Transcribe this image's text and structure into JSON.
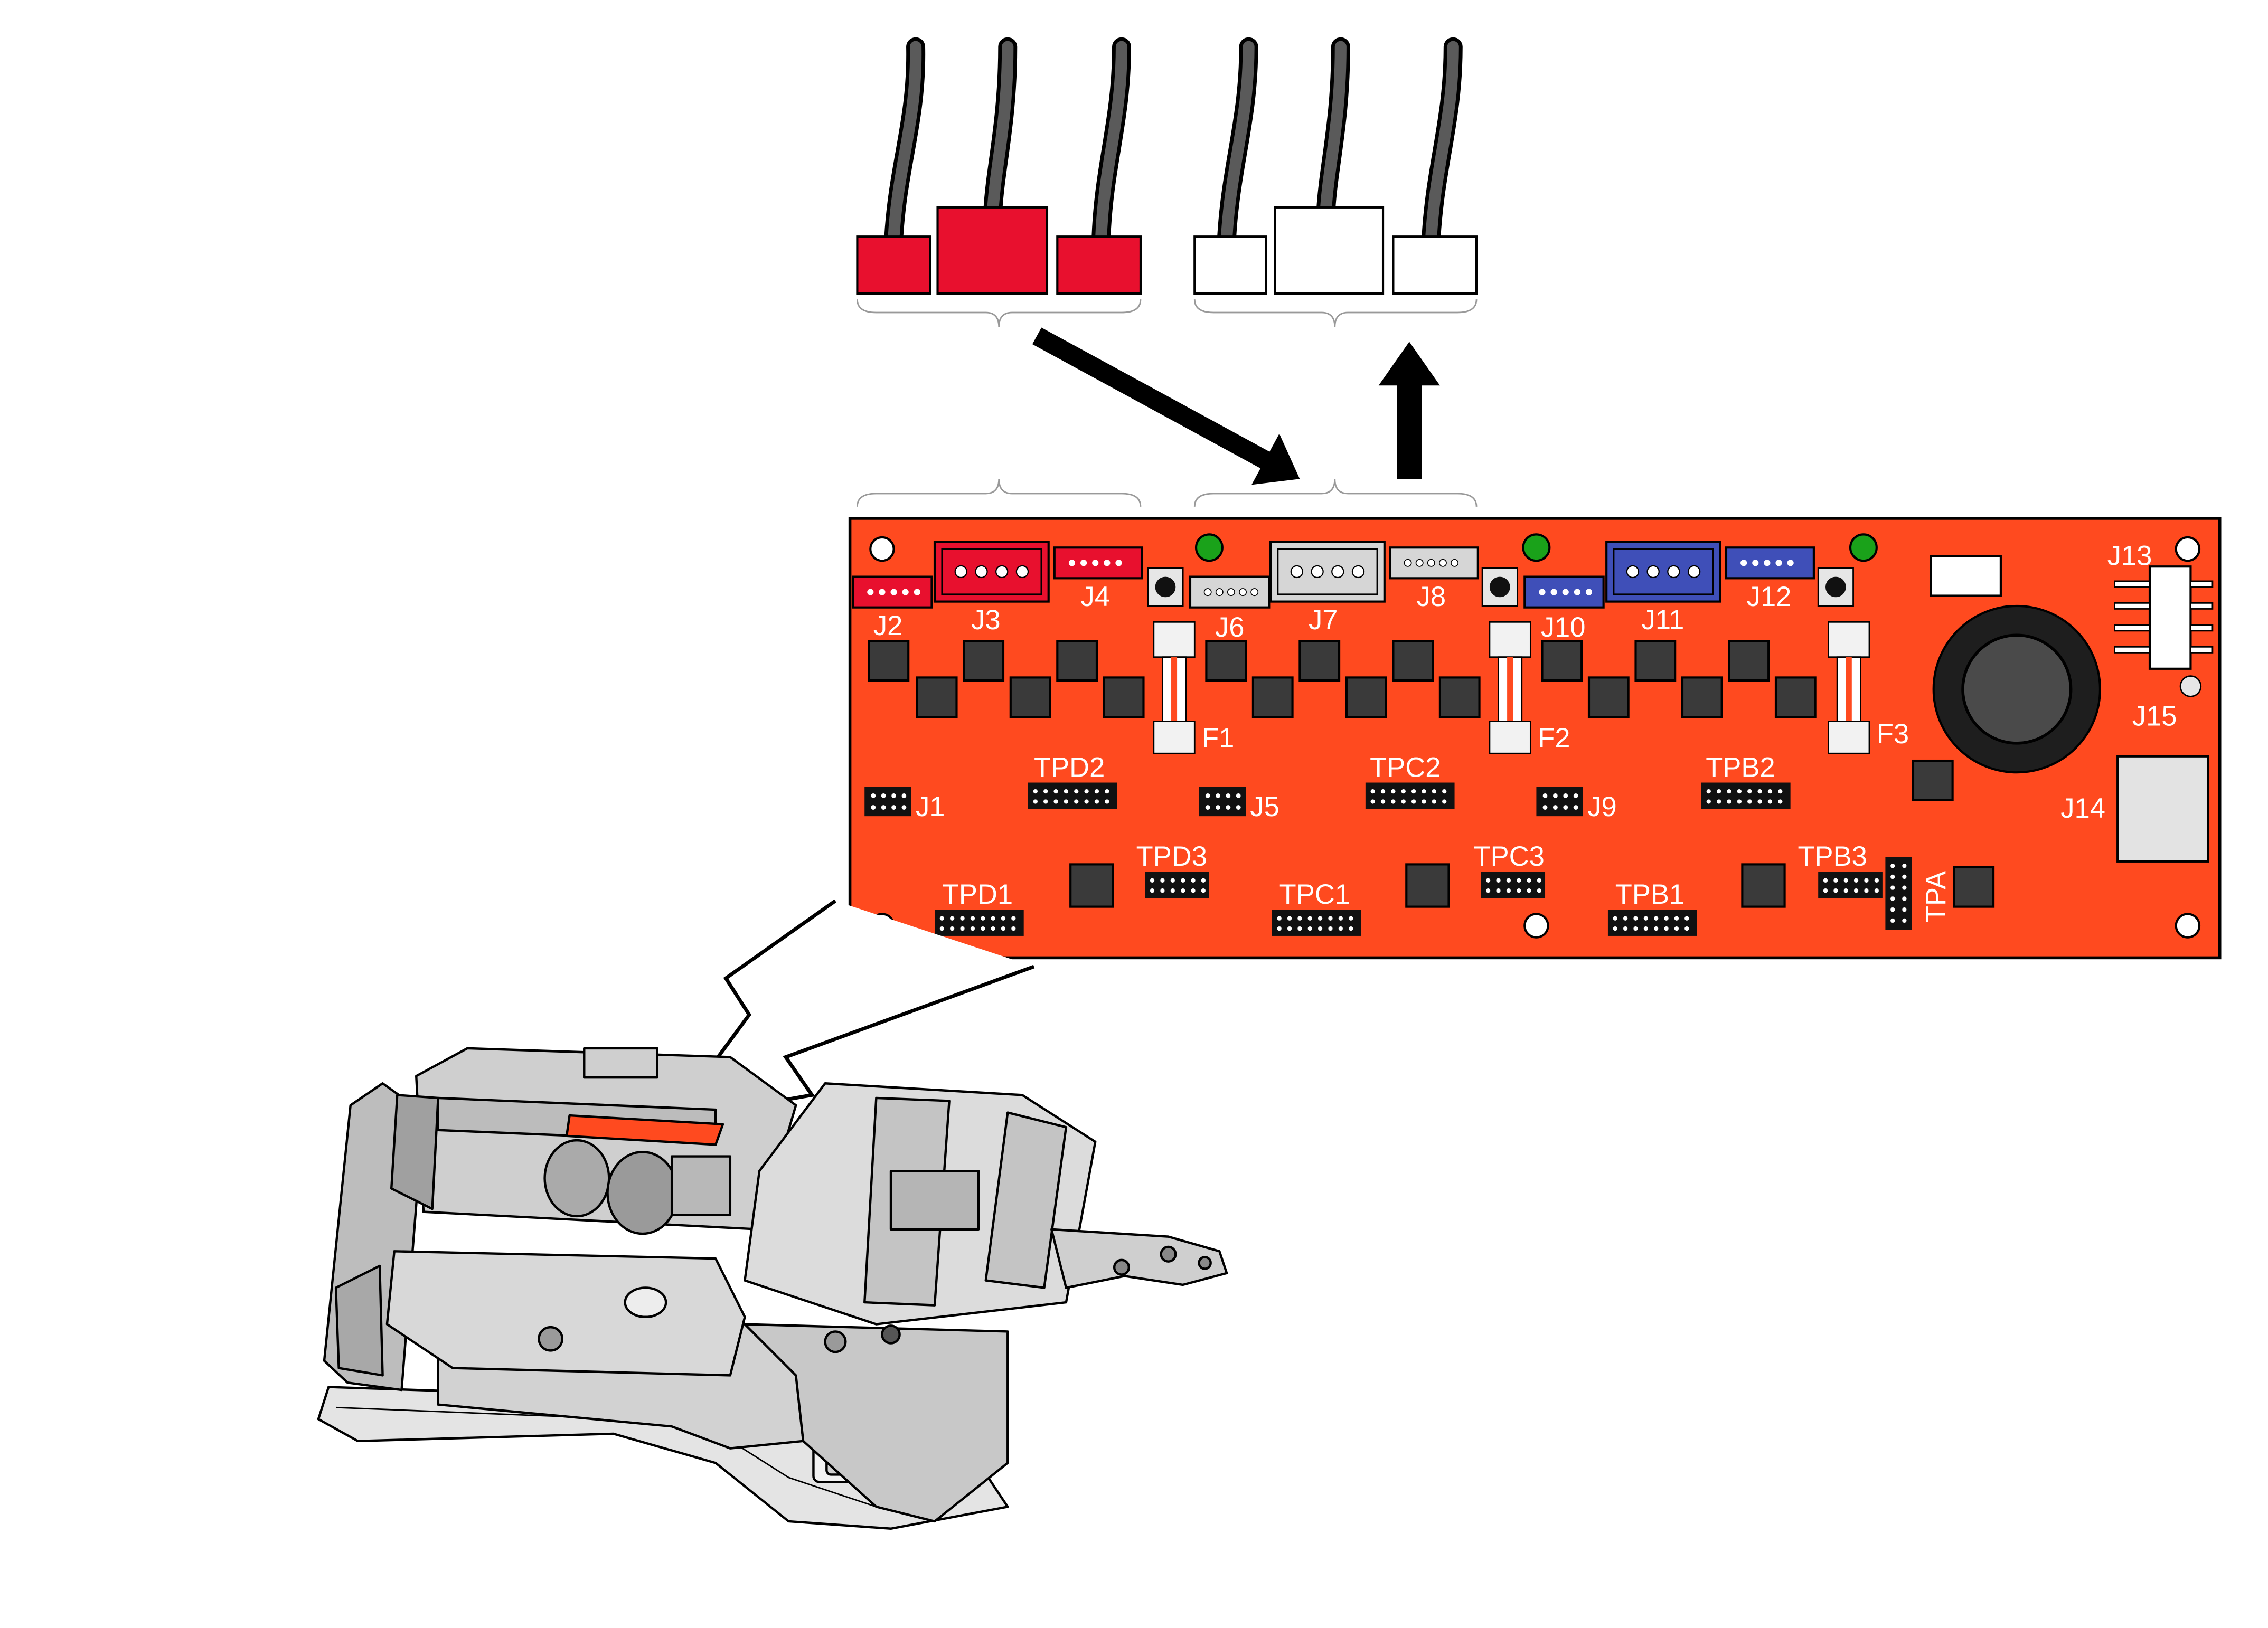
{
  "colors": {
    "board": "#ff4a1f",
    "connector_red": "#e8102e",
    "connector_blue": "#3f4fb8",
    "connector_gray": "#d6d6d6",
    "led_green": "#1aa21a",
    "cable": "#5a5a5a",
    "chassis": "#dedede",
    "outline": "#000000"
  },
  "icons": {
    "cables": "cable-icon",
    "arrows": "arrow-icon",
    "chassis": "wheelchair-base-illustration"
  },
  "labels": {
    "J1": "J1",
    "J2": "J2",
    "J3": "J3",
    "J4": "J4",
    "J5": "J5",
    "J6": "J6",
    "J7": "J7",
    "J8": "J8",
    "J9": "J9",
    "J10": "J10",
    "J11": "J11",
    "J12": "J12",
    "J13": "J13",
    "J14": "J14",
    "J15": "J15",
    "F1": "F1",
    "F2": "F2",
    "F3": "F3",
    "TPD1": "TPD1",
    "TPD2": "TPD2",
    "TPD3": "TPD3",
    "TPC1": "TPC1",
    "TPC2": "TPC2",
    "TPC3": "TPC3",
    "TPB1": "TPB1",
    "TPB2": "TPB2",
    "TPB3": "TPB3",
    "TPA": "TPA"
  }
}
